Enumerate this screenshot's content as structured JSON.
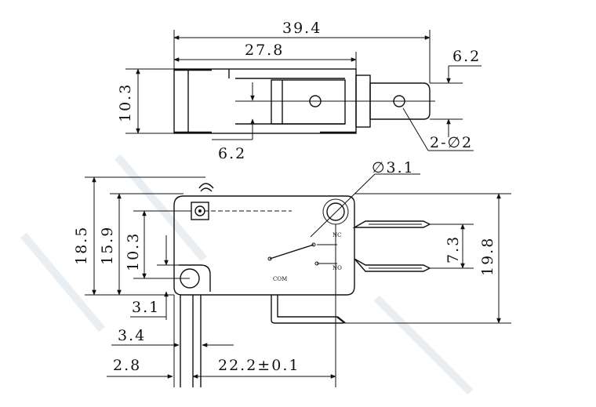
{
  "top_view": {
    "overall_length": "39.4",
    "body_length": "27.8",
    "terminal_width": "6.2",
    "height": "10.3",
    "terminal_width_bottom": "6.2",
    "hole_callout": "2-∅2"
  },
  "side_view": {
    "hole_diameter": "∅3.1",
    "overall_height": "18.5",
    "body_height": "15.9",
    "hole_height": "10.3",
    "terminal_pitch": "7.3",
    "total_width": "19.8",
    "hole_offset": "3.1",
    "pin_offset": "3.4",
    "edge_offset": "2.8",
    "hole_pitch": "22.2±0.1",
    "label_com": "COM",
    "label_nc": "NC",
    "label_no": "NO"
  }
}
